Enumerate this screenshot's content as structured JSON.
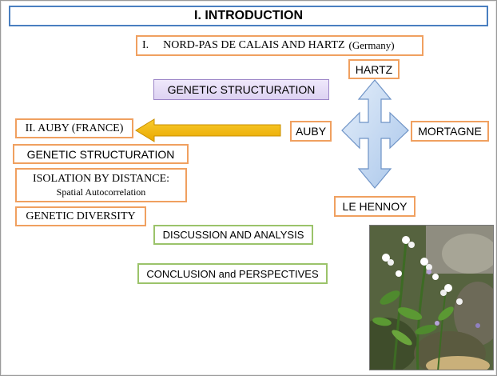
{
  "title": "I. INTRODUCTION",
  "section_one": {
    "number": "I.",
    "text_main": "NORD-PAS DE CALAIS AND HARTZ",
    "text_country": "(Germany)"
  },
  "genetic_structuration_top": "GENETIC STRUCTURATION",
  "sites": {
    "hartz": "HARTZ",
    "auby": "AUBY",
    "mortagne": "MORTAGNE",
    "le_hennoy": "LE HENNOY"
  },
  "section_two": "II. AUBY (FRANCE)",
  "genetic_structuration": "GENETIC STRUCTURATION",
  "isolation": {
    "line1": "ISOLATION BY DISTANCE:",
    "line2": "Spatial Autocorrelation"
  },
  "genetic_diversity": "GENETIC DIVERSITY",
  "discussion": "DISCUSSION AND ANALYSIS",
  "conclusion": "CONCLUSION and PERSPECTIVES",
  "colors": {
    "title_border": "#4a7fc0",
    "orange_border": "#f0a060",
    "green_border": "#9bc36a",
    "purple_fill": "#e6ddf6",
    "arrow_yellow": "#f3b500",
    "cross_blue": "#c5dbf2"
  }
}
